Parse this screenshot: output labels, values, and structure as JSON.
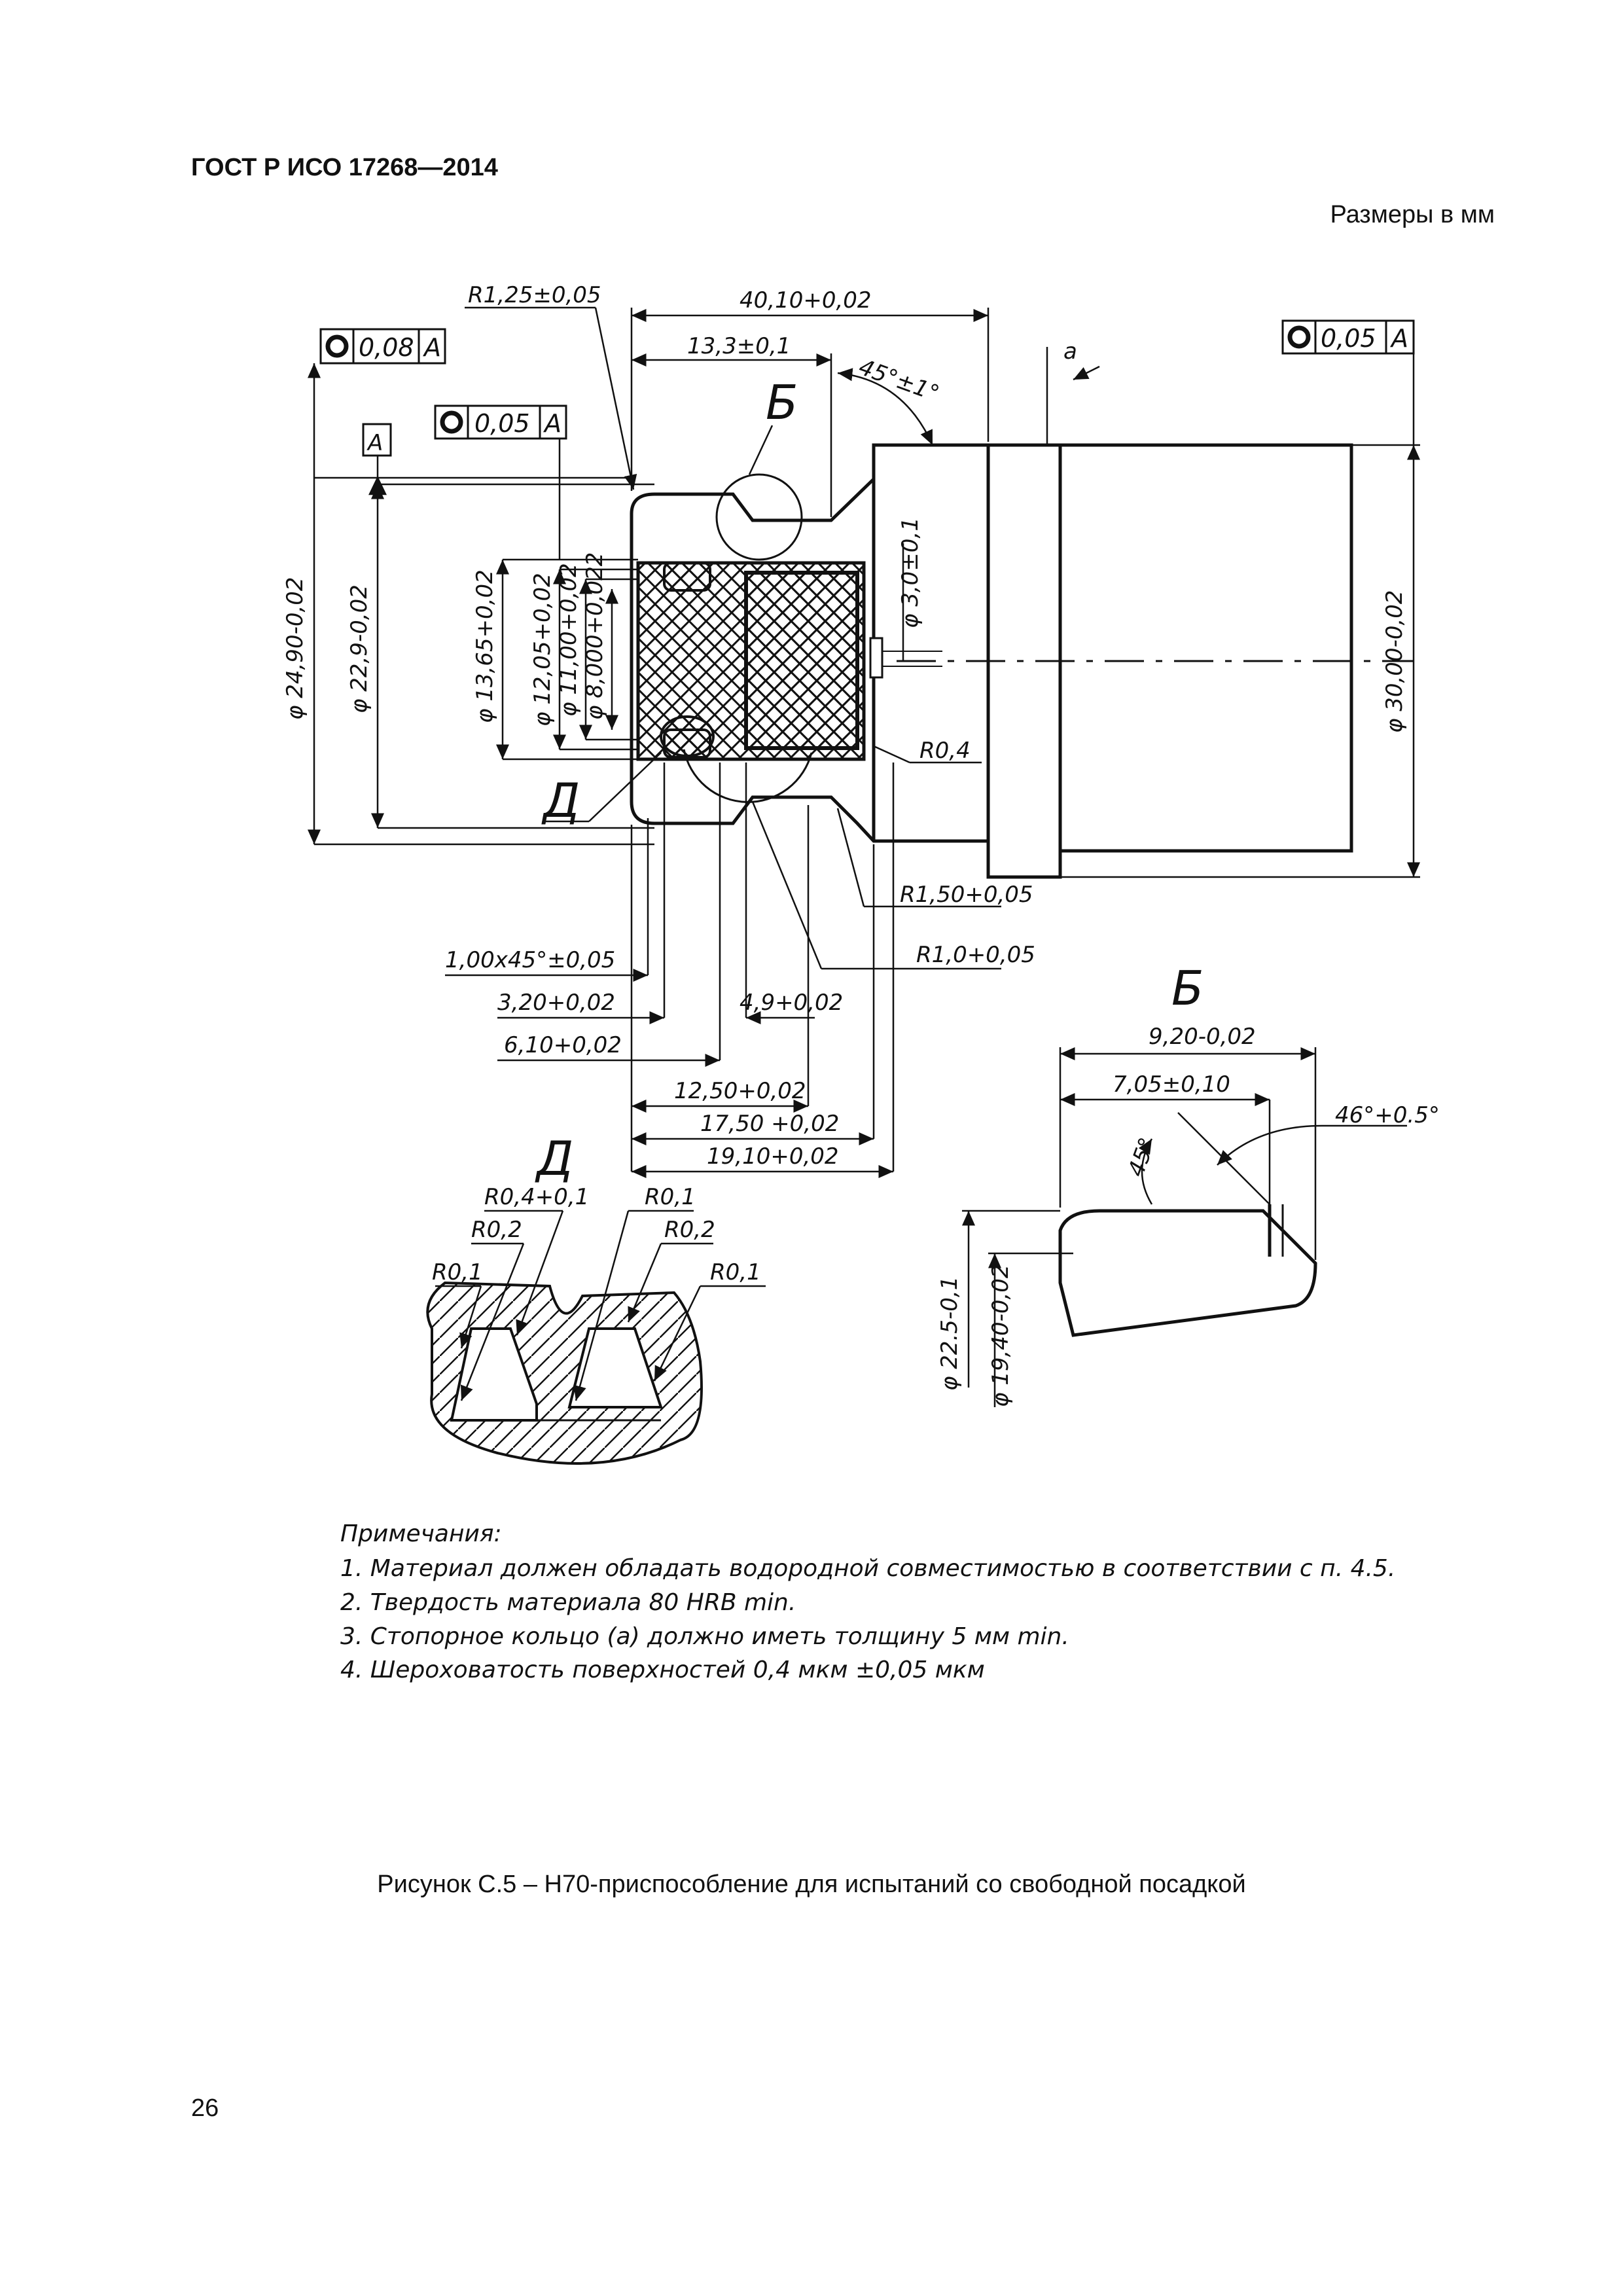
{
  "header": {
    "standard": "ГОСТ Р ИСО 17268—2014"
  },
  "units_note": "Размеры в мм",
  "drawing": {
    "tolerance_frames": [
      {
        "value": "0,08",
        "datum": "A"
      },
      {
        "value": "0,05",
        "datum": "A"
      },
      {
        "value": "0,05",
        "datum": "A"
      }
    ],
    "datum_label": "A",
    "ring_label": "a",
    "view_labels": {
      "b": "Б",
      "d": "Д"
    },
    "dimensions": {
      "r125": "R1,25±0,05",
      "len_4010": "40,10+0,02",
      "len_133": "13,3±0,1",
      "angle_45_1": "45°±1°",
      "dia_2490": "φ 24,90-0,02",
      "dia_229": "φ 22,9-0,02",
      "dia_1365": "φ 13,65+0,02",
      "dia_1205": "φ 12,05+0,02",
      "dia_1100": "φ 11,00+0,02",
      "dia_8000": "φ 8,000+0,022",
      "dia_30": "φ 3,0±0,1",
      "dia_3000": "φ 30,00-0,02",
      "r04": "R0,4",
      "r150": "R1,50+0,05",
      "r10": "R1,0+0,05",
      "chamfer": "1,00x45°±0,05",
      "len_320": "3,20+0,02",
      "len_49": "4,9+0,02",
      "len_610": "6,10+0,02",
      "len_1250": "12,50+0,02",
      "len_1750": "17,50 +0,02",
      "len_1910": "19,10+0,02"
    },
    "detail_d": {
      "r04_01": "R0,4+0,1",
      "r02_left": "R0,2",
      "r01_left": "R0,1",
      "r01_center": "R0,1",
      "r02_right": "R0,2",
      "r01_right": "R0,1"
    },
    "detail_b": {
      "len_920": "9,20-0,02",
      "len_705": "7,05±0,10",
      "angle_46": "46°+0.5°",
      "angle_45": "45°",
      "dia_225": "φ 22.5-0,1",
      "dia_1940": "φ 19,40-0,02"
    }
  },
  "notes": {
    "title": "Примечания:",
    "items": [
      "1. Материал должен обладать водородной совместимостью в соответствии с п. 4.5.",
      "2. Твердость материала 80 HRB min.",
      "3. Стопорное кольцо (a) должно иметь толщину 5 мм min.",
      "4.  Шероховатость  поверхностей  0,4 мкм ±0,05 мкм"
    ]
  },
  "caption": "Рисунок С.5 – Н70-приспособление для испытаний со свободной посадкой",
  "page_number": "26"
}
